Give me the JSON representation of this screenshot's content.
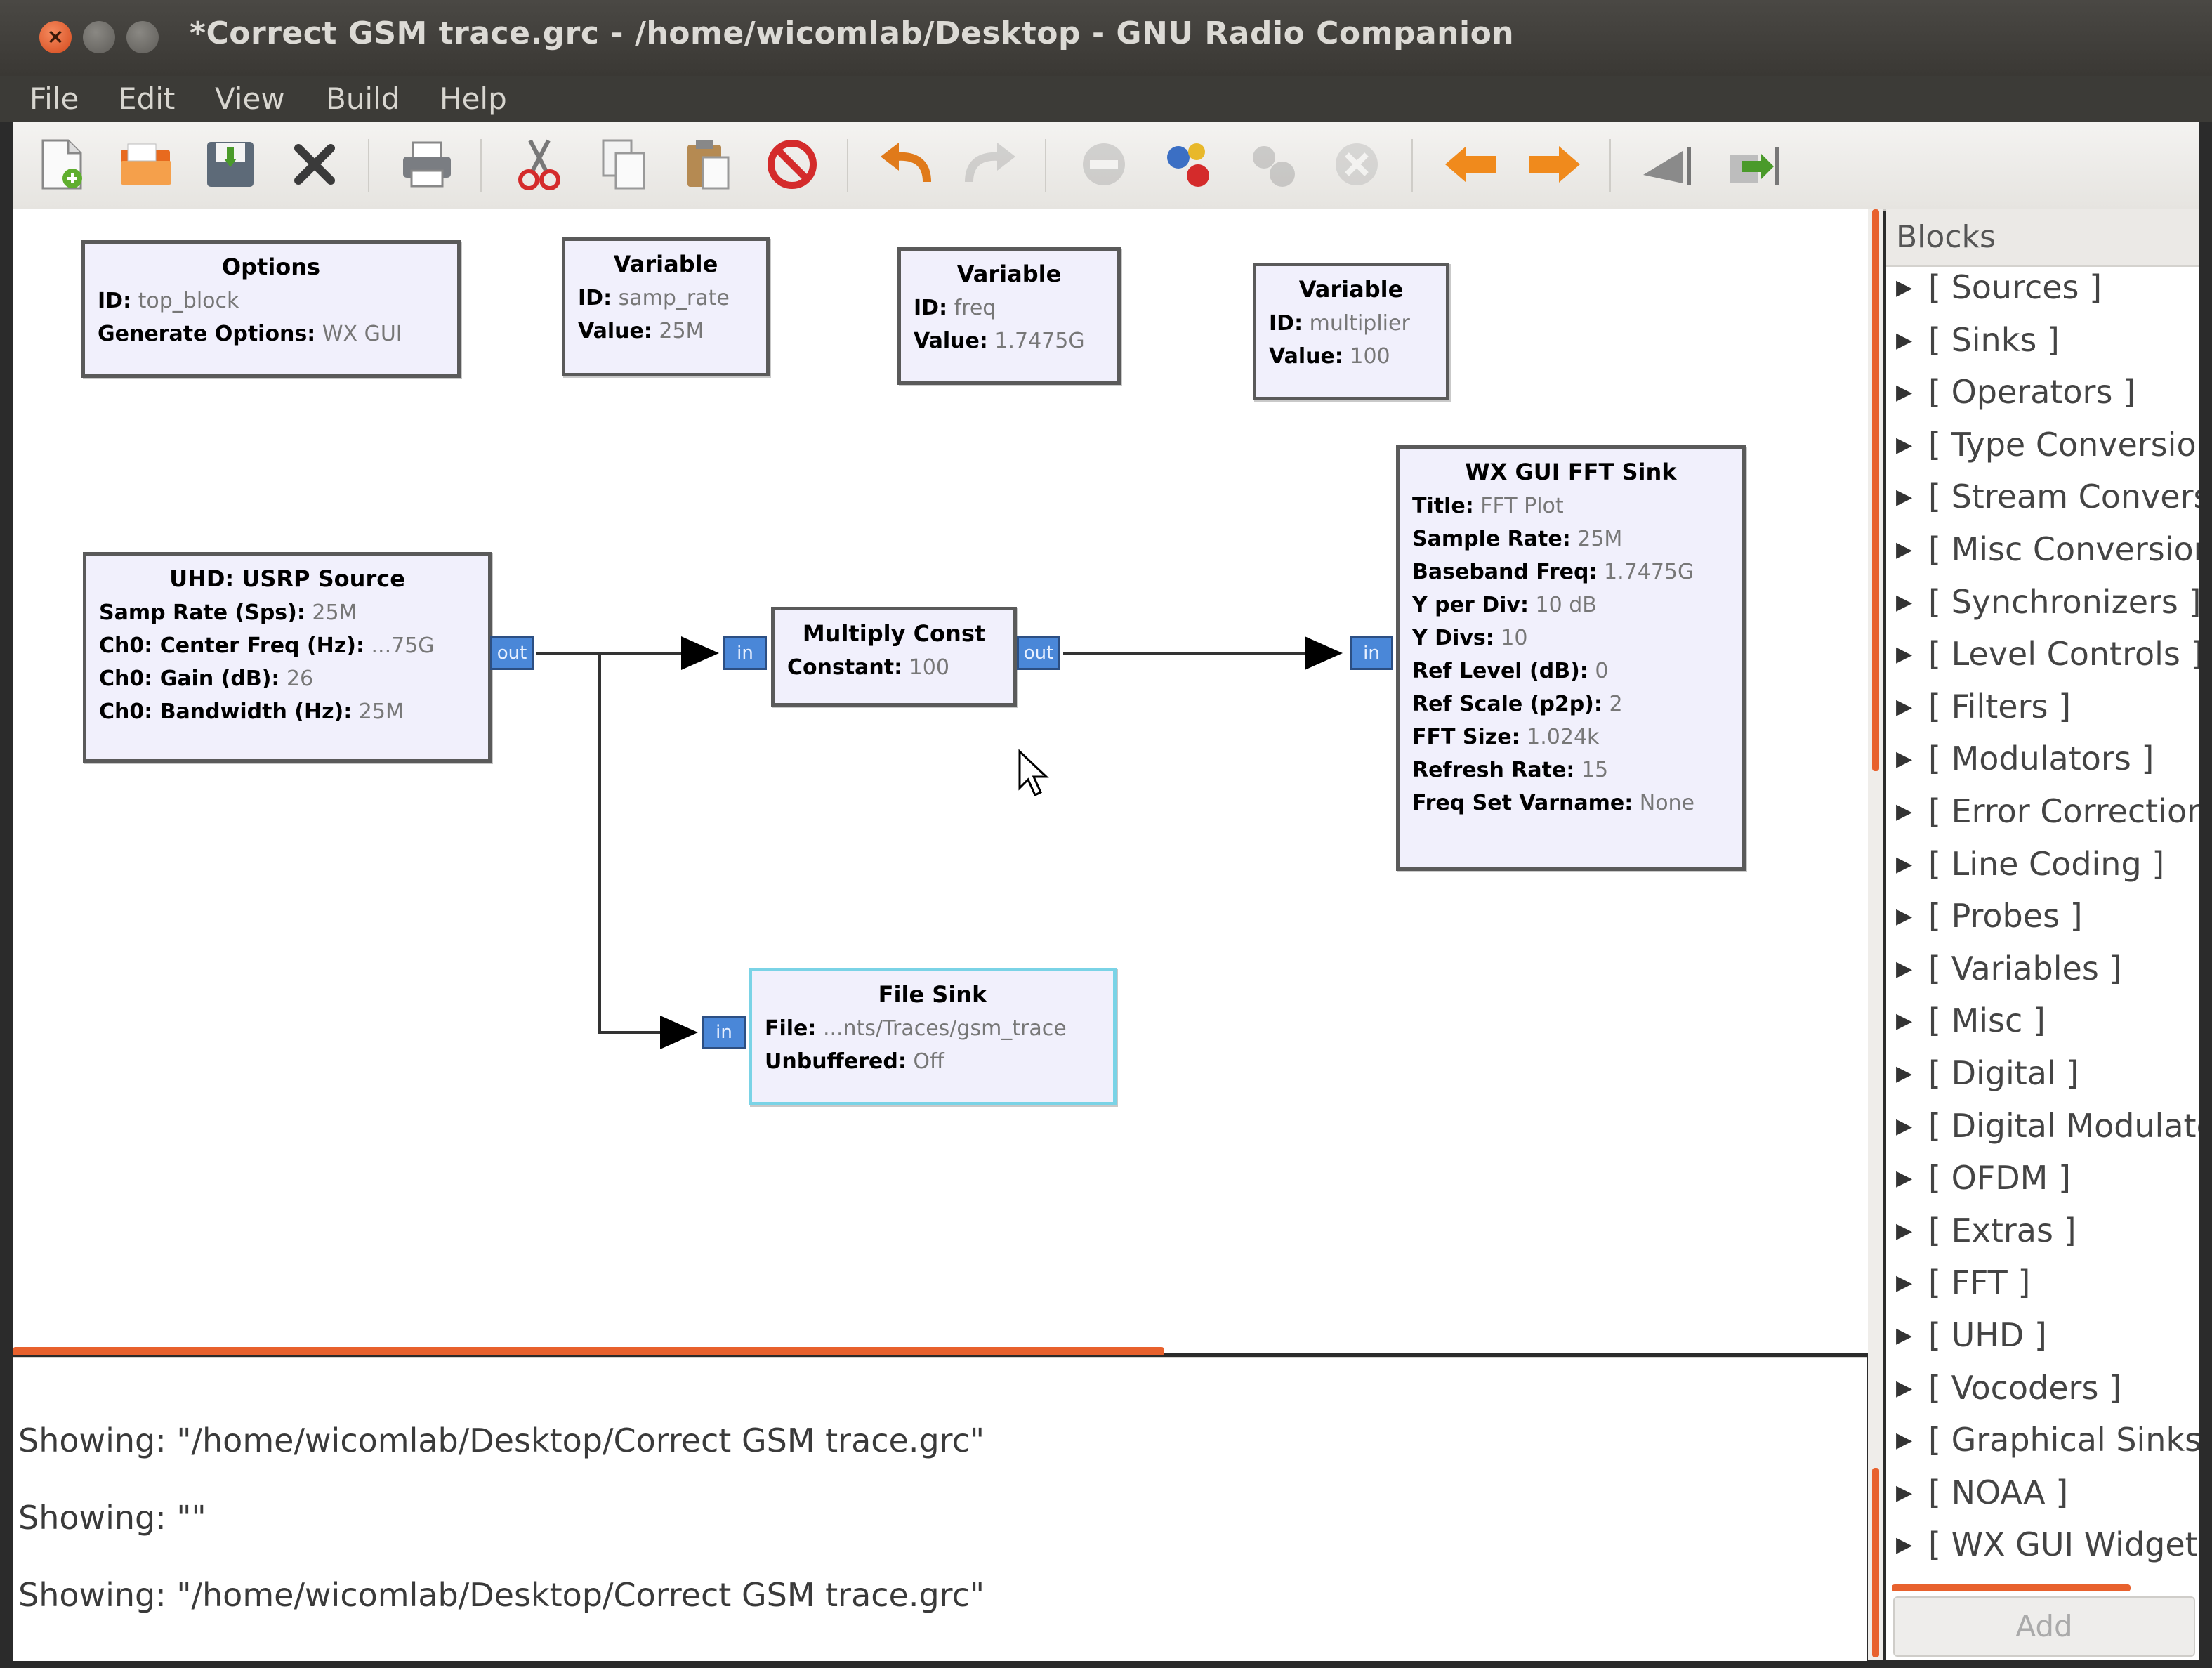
{
  "window": {
    "title": "*Correct GSM trace.grc - /home/wicomlab/Desktop - GNU Radio Companion",
    "close_glyph": "×"
  },
  "menu": [
    "File",
    "Edit",
    "View",
    "Build",
    "Help"
  ],
  "toolbar": {
    "icons": [
      "new-file-icon",
      "open-file-icon",
      "save-icon",
      "close-icon",
      "print-icon",
      "cut-icon",
      "copy-icon",
      "paste-icon",
      "delete-icon",
      "undo-icon",
      "redo-icon",
      "disable-block-icon",
      "generate-icon",
      "execute-icon",
      "kill-icon",
      "rotate-left-icon",
      "rotate-right-icon",
      "find-block-icon",
      "reload-blocks-icon"
    ]
  },
  "flowgraph": {
    "options": {
      "title": "Options",
      "id_label": "ID:",
      "id_value": "top_block",
      "gen_label": "Generate Options:",
      "gen_value": "WX GUI"
    },
    "var_samp": {
      "title": "Variable",
      "id_label": "ID:",
      "id_value": "samp_rate",
      "val_label": "Value:",
      "val_value": "25M"
    },
    "var_freq": {
      "title": "Variable",
      "id_label": "ID:",
      "id_value": "freq",
      "val_label": "Value:",
      "val_value": "1.7475G"
    },
    "var_mult": {
      "title": "Variable",
      "id_label": "ID:",
      "id_value": "multiplier",
      "val_label": "Value:",
      "val_value": "100"
    },
    "usrp": {
      "title": "UHD: USRP Source",
      "params": [
        {
          "label": "Samp Rate (Sps):",
          "value": "25M"
        },
        {
          "label": "Ch0: Center Freq (Hz):",
          "value": "...75G"
        },
        {
          "label": "Ch0: Gain (dB):",
          "value": "26"
        },
        {
          "label": "Ch0: Bandwidth (Hz):",
          "value": "25M"
        }
      ],
      "port_out": "out"
    },
    "multiply": {
      "title": "Multiply Const",
      "params": [
        {
          "label": "Constant:",
          "value": "100"
        }
      ],
      "port_in": "in",
      "port_out": "out"
    },
    "fft": {
      "title": "WX GUI FFT Sink",
      "params": [
        {
          "label": "Title:",
          "value": "FFT Plot"
        },
        {
          "label": "Sample Rate:",
          "value": "25M"
        },
        {
          "label": "Baseband Freq:",
          "value": "1.7475G"
        },
        {
          "label": "Y per Div:",
          "value": "10 dB"
        },
        {
          "label": "Y Divs:",
          "value": "10"
        },
        {
          "label": "Ref Level (dB):",
          "value": "0"
        },
        {
          "label": "Ref Scale (p2p):",
          "value": "2"
        },
        {
          "label": "FFT Size:",
          "value": "1.024k"
        },
        {
          "label": "Refresh Rate:",
          "value": "15"
        },
        {
          "label": "Freq Set Varname:",
          "value": "None"
        }
      ],
      "port_in": "in"
    },
    "filesink": {
      "title": "File Sink",
      "params": [
        {
          "label": "File:",
          "value": "...nts/Traces/gsm_trace"
        },
        {
          "label": "Unbuffered:",
          "value": "Off"
        }
      ],
      "port_in": "in"
    }
  },
  "console": [
    "Showing: \"/home/wicomlab/Desktop/Correct GSM trace.grc\"",
    "Showing: \"\"",
    "Showing: \"/home/wicomlab/Desktop/Correct GSM trace.grc\""
  ],
  "blocks_panel": {
    "header": "Blocks",
    "categories": [
      "[ Sources ]",
      "[ Sinks ]",
      "[ Operators ]",
      "[ Type Conversions ]",
      "[ Stream Conversions ]",
      "[ Misc Conversions ]",
      "[ Synchronizers ]",
      "[ Level Controls ]",
      "[ Filters ]",
      "[ Modulators ]",
      "[ Error Correction ]",
      "[ Line Coding ]",
      "[ Probes ]",
      "[ Variables ]",
      "[ Misc ]",
      "[ Digital ]",
      "[ Digital Modulators ]",
      "[ OFDM ]",
      "[ Extras ]",
      "[ FFT ]",
      "[ UHD ]",
      "[ Vocoders ]",
      "[ Graphical Sinks ]",
      "[ NOAA ]",
      "[ WX GUI Widgets ]"
    ],
    "add_label": "Add"
  },
  "colors": {
    "accent": "#e8612d",
    "port": "#4a87d8",
    "block_bg": "#f1f0fc",
    "selected_border": "#7ad3e6"
  }
}
